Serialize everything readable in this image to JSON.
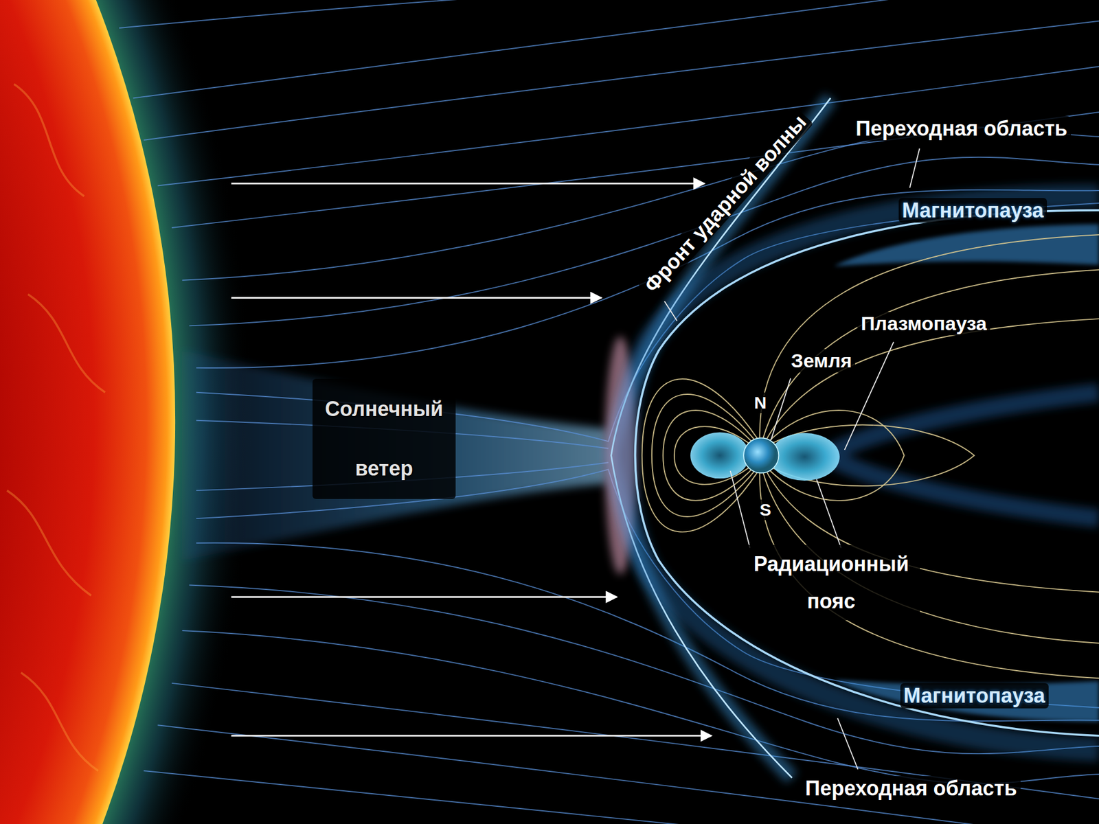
{
  "diagram": {
    "labels": [
      "Фронт ударной волны",
      "Переходная область",
      "Магнитопауза",
      "Плазмопауза",
      "Земля",
      "Солнечный ветер",
      "N",
      "S",
      "Радиационный пояс",
      "Магнитопауза",
      "Переходная область"
    ]
  }
}
